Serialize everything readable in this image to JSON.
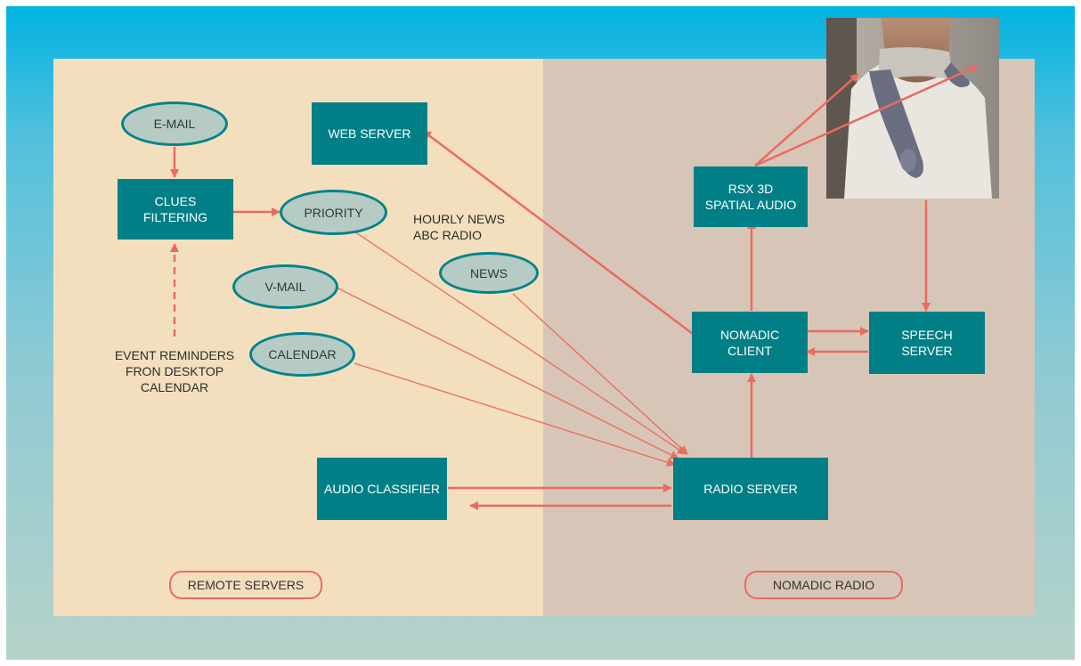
{
  "regions": {
    "remote_label": "REMOTE SERVERS",
    "nomadic_label": "NOMADIC RADIO"
  },
  "nodes": {
    "email": "E-MAIL",
    "clues_filtering": "CLUES\nFILTERING",
    "priority": "PRIORITY",
    "web_server": "WEB SERVER",
    "hourly_news": "HOURLY NEWS\nABC RADIO",
    "news": "NEWS",
    "vmail": "V-MAIL",
    "calendar": "CALENDAR",
    "event_reminders": "EVENT REMINDERS\nFRON DESKTOP\nCALENDAR",
    "audio_classifier": "AUDIO CLASSIFIER",
    "radio_server": "RADIO SERVER",
    "nomadic_client": "NOMADIC\nCLIENT",
    "speech_server": "SPEECH\nSERVER",
    "rsx_audio": "RSX 3D\nSPATIAL AUDIO"
  },
  "colors": {
    "box_fill": "#007f86",
    "oval_fill": "#b6cbc3",
    "arrow": "#ec6a5e",
    "remote_panel": "#f3dfbe",
    "nomadic_panel": "#d7c6b7",
    "frame_top": "#00b3e1",
    "frame_bottom": "#b6d2c9"
  },
  "photo": {
    "subject": "person wearing shoulder-mounted speaker collar"
  }
}
